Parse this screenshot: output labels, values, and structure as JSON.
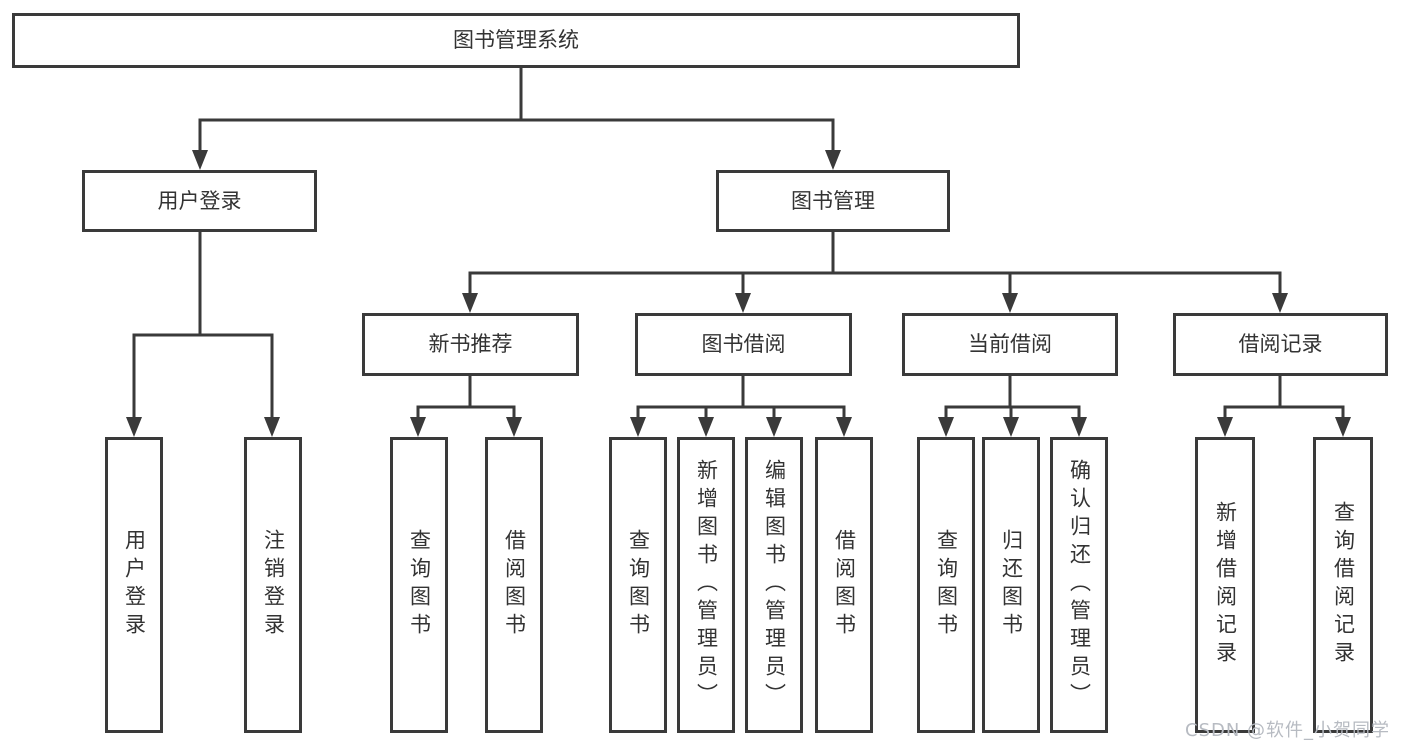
{
  "diagram": {
    "type": "hierarchy",
    "watermark": "CSDN @软件_小贺同学",
    "colors": {
      "line": "#3a3a3a",
      "box_border": "#3a3a3a",
      "box_background": "#ffffff",
      "text": "#333333",
      "watermark_text": "#b7bbc2"
    },
    "tree": {
      "label": "图书管理系统",
      "children": [
        {
          "label": "用户登录",
          "children": [
            {
              "label": "用户登录"
            },
            {
              "label": "注销登录"
            }
          ]
        },
        {
          "label": "图书管理",
          "children": [
            {
              "label": "新书推荐",
              "children": [
                {
                  "label": "查询图书"
                },
                {
                  "label": "借阅图书"
                }
              ]
            },
            {
              "label": "图书借阅",
              "children": [
                {
                  "label": "查询图书"
                },
                {
                  "label": "新增图书（管理员）"
                },
                {
                  "label": "编辑图书（管理员）"
                },
                {
                  "label": "借阅图书"
                }
              ]
            },
            {
              "label": "当前借阅",
              "children": [
                {
                  "label": "查询图书"
                },
                {
                  "label": "归还图书"
                },
                {
                  "label": "确认归还（管理员）"
                }
              ]
            },
            {
              "label": "借阅记录",
              "children": [
                {
                  "label": "新增借阅记录"
                },
                {
                  "label": "查询借阅记录"
                }
              ]
            }
          ]
        }
      ]
    }
  }
}
